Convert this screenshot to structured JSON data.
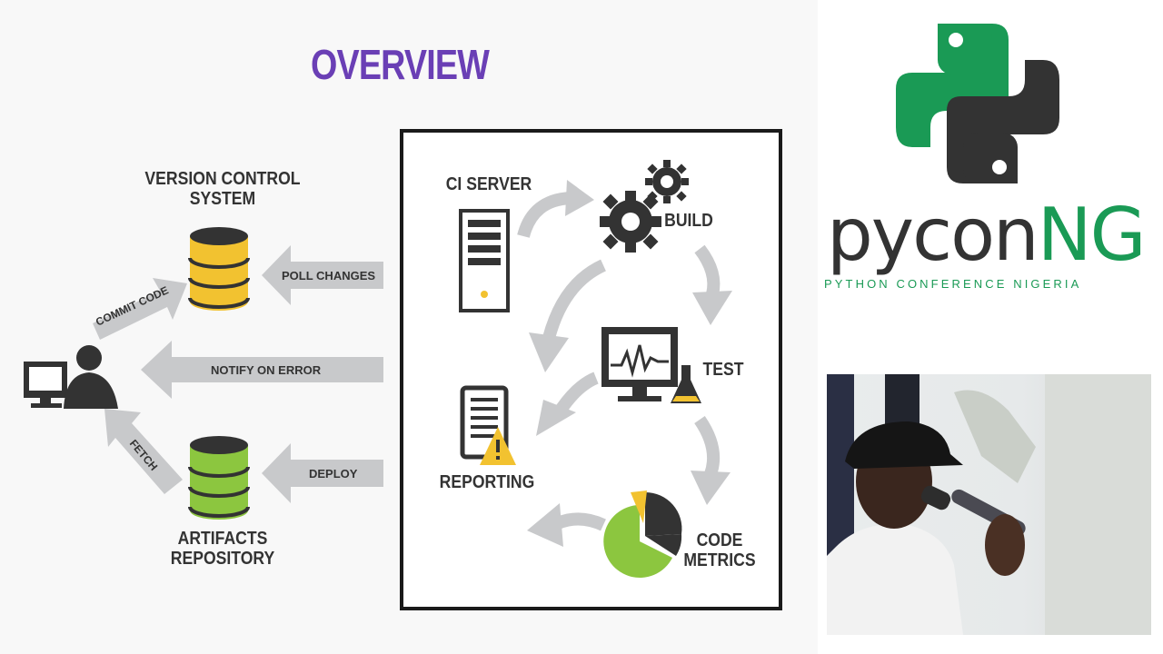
{
  "slide": {
    "title": "OVERVIEW",
    "vcs_label_line1": "VERSION CONTROL",
    "vcs_label_line2": "SYSTEM",
    "artifacts_label_line1": "ARTIFACTS",
    "artifacts_label_line2": "REPOSITORY",
    "arrows": {
      "commit": "COMMIT CODE",
      "poll": "POLL CHANGES",
      "notify": "NOTIFY ON ERROR",
      "fetch": "FETCH",
      "deploy": "DEPLOY"
    },
    "ci": {
      "server": "CI SERVER",
      "build": "BUILD",
      "test": "TEST",
      "reporting": "REPORTING",
      "metrics_line1": "CODE",
      "metrics_line2": "METRICS"
    }
  },
  "branding": {
    "logo_main": "pycon",
    "logo_accent": "NG",
    "logo_tagline": "PYTHON CONFERENCE NIGERIA",
    "python_blue_half": "#1a9a55",
    "python_dark_half": "#333333"
  },
  "colors": {
    "title": "#6a3fb5",
    "vcs_db": "#f2c230",
    "artifacts_db": "#8cc63f",
    "arrow_gray": "#c8c9cb",
    "text": "#333333"
  }
}
